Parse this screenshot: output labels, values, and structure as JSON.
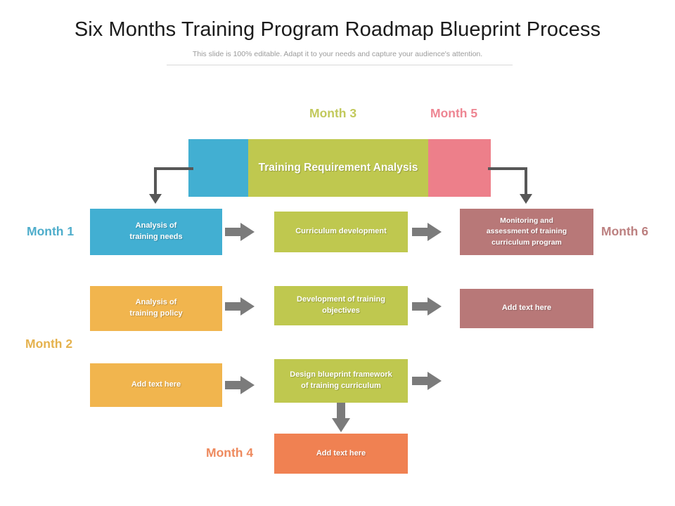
{
  "header": {
    "title": "Six Months Training Program Roadmap Blueprint Process",
    "subtitle": "This slide is 100% editable. Adapt it to your needs and capture your audience's attention."
  },
  "colors": {
    "blue": "#42AFD2",
    "olive": "#BFC84F",
    "pink": "#ED7F8A",
    "rose": "#B87878",
    "amber": "#F1B54E",
    "orange": "#F08152",
    "arrow_gray": "#7B7B7B",
    "connector_gray": "#575757",
    "title_text": "#1B1B1B",
    "subtitle_text": "#9B9B9B"
  },
  "band": {
    "label": "Training Requirement Analysis",
    "segments": [
      {
        "name": "blue-segment",
        "color": "#42AFD2"
      },
      {
        "name": "olive-segment",
        "color": "#BFC84F"
      },
      {
        "name": "pink-segment",
        "color": "#ED7F8A"
      }
    ]
  },
  "months": [
    {
      "id": "month-1",
      "label": "Month 1",
      "color": "#4EADCB"
    },
    {
      "id": "month-2",
      "label": "Month 2",
      "color": "#E5B24E"
    },
    {
      "id": "month-3",
      "label": "Month 3",
      "color": "#C2C95C"
    },
    {
      "id": "month-4",
      "label": "Month 4",
      "color": "#EE8A5E"
    },
    {
      "id": "month-5",
      "label": "Month 5",
      "color": "#EE8592"
    },
    {
      "id": "month-6",
      "label": "Month 6",
      "color": "#BC8080"
    }
  ],
  "rows": [
    {
      "id": "row-1",
      "boxes": [
        {
          "id": "analysis-of-training-needs",
          "label": "Analysis of\ntraining needs",
          "color": "#42AFD2"
        },
        {
          "id": "curriculum-development",
          "label": "Curriculum development",
          "color": "#BFC84F"
        },
        {
          "id": "monitoring-and-assessment",
          "label": "Monitoring and\nassessment of training\ncurriculum program",
          "color": "#B87878"
        }
      ]
    },
    {
      "id": "row-2",
      "boxes": [
        {
          "id": "analysis-of-training-policy",
          "label": "Analysis of\ntraining policy",
          "color": "#F1B54E"
        },
        {
          "id": "development-of-training-objectives",
          "label": "Development of training\nobjectives",
          "color": "#BFC84F"
        },
        {
          "id": "row2-add-text-here",
          "label": "Add text here",
          "color": "#B87878"
        }
      ]
    },
    {
      "id": "row-3",
      "boxes": [
        {
          "id": "row3-add-text-here",
          "label": "Add text here",
          "color": "#F1B54E"
        },
        {
          "id": "design-blueprint-framework",
          "label": "Design blueprint framework\nof training curriculum",
          "color": "#BFC84F"
        }
      ]
    },
    {
      "id": "row-4",
      "boxes": [
        {
          "id": "row4-add-text-here",
          "label": "Add text here",
          "color": "#F08152"
        }
      ]
    }
  ]
}
